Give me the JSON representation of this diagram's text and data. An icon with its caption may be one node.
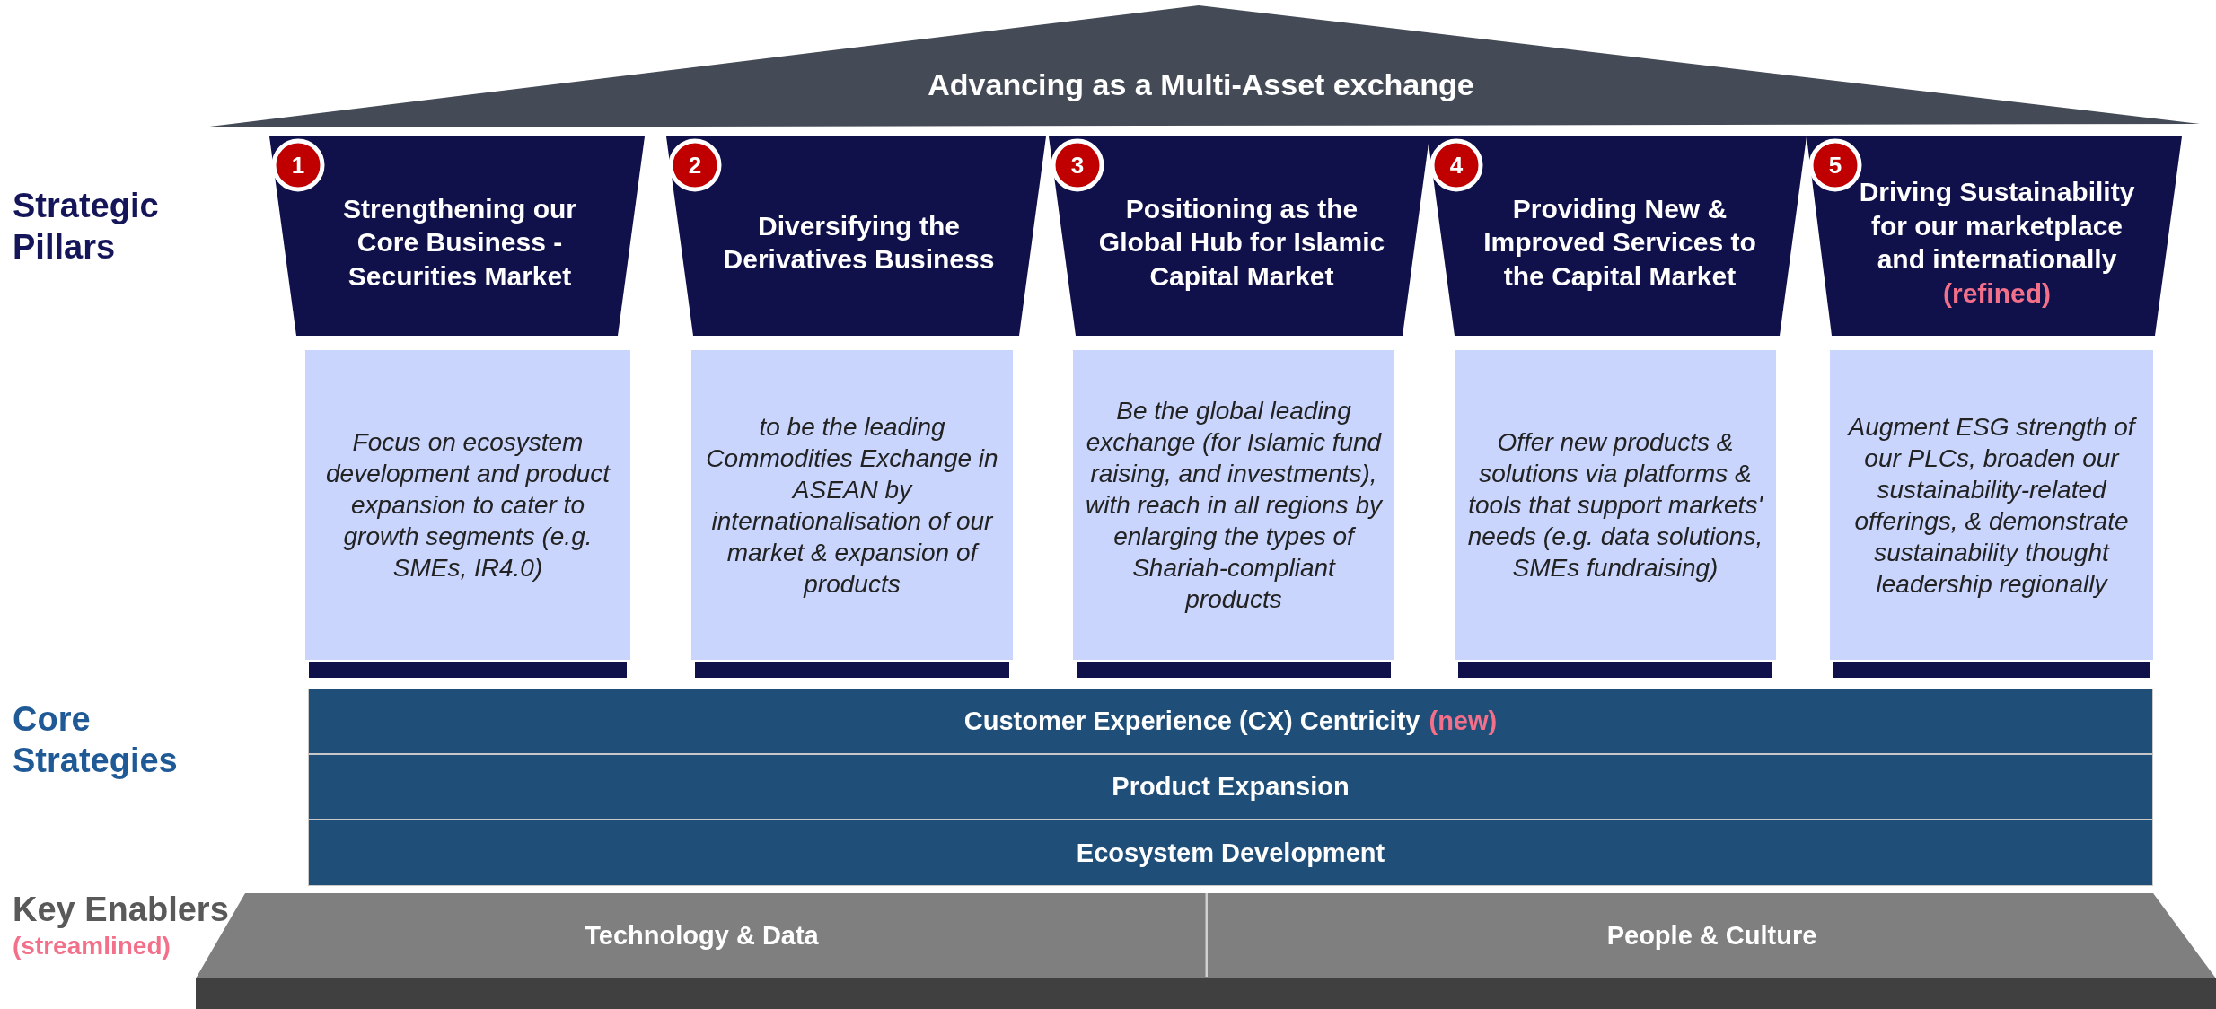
{
  "diagram": {
    "nodes": [
      {
        "text": [
          "Advancing as a Multi-Asset exchange"
        ]
      },
      {
        "text": [
          "Strengthening our Core Business - Securities Market"
        ]
      },
      {
        "text": [
          "1"
        ],
        "in": 1
      },
      {
        "text": [
          "Focus on ecosystem development and product expansion to cater to growth segments (e.g. SMEs, IR4.0)"
        ]
      },
      {
        "text": [
          "Diversifying the Derivatives Business"
        ]
      },
      {
        "text": [
          "2"
        ],
        "in": 4
      },
      {
        "text": [
          "to be the leading Commodities Exchange in ASEAN by internationalisation of our market & expansion of products"
        ]
      },
      {
        "text": [
          "Positioning as the Global Hub for Islamic Capital Market"
        ]
      },
      {
        "text": [
          "3"
        ],
        "in": 7
      },
      {
        "text": [
          "Be the global leading exchange (for Islamic fund raising, and investments), with reach in all regions by enlarging the types of Shariah-compliant products"
        ]
      },
      {
        "text": [
          "Providing New & Improved Services to the Capital Market"
        ]
      },
      {
        "text": [
          "4"
        ],
        "in": 10
      },
      {
        "text": [
          "Offer new products & solutions via platforms & tools that support markets' needs (e.g. data solutions, SMEs fundraising)"
        ]
      },
      {
        "text": [
          "Driving Sustainability for our marketplace and internationally",
          "(refined)"
        ]
      },
      {
        "text": [
          "5"
        ],
        "in": 13
      },
      {
        "text": [
          "Augment ESG strength of our PLCs, broaden our sustainability-related offerings, & demonstrate sustainability thought leadership regionally"
        ]
      },
      {
        "text": [
          "Customer Experience (CX) Centricity",
          "(new)"
        ]
      },
      {
        "text": [
          "Product Expansion"
        ]
      },
      {
        "text": [
          "Ecosystem Development"
        ]
      },
      {
        "text": [
          "Technology & Data"
        ]
      },
      {
        "text": [
          "People & Culture"
        ]
      },
      {
        "text": [],
        "shape": "bar"
      },
      {
        "text": [],
        "shape": "bar"
      },
      {
        "text": [],
        "shape": "bar"
      },
      {
        "text": [],
        "shape": "bar"
      },
      {
        "text": [],
        "shape": "bar"
      }
    ],
    "labels": [
      "Strategic Pillars",
      "Core Strategies",
      "Key Enablers",
      "(streamlined)"
    ]
  }
}
